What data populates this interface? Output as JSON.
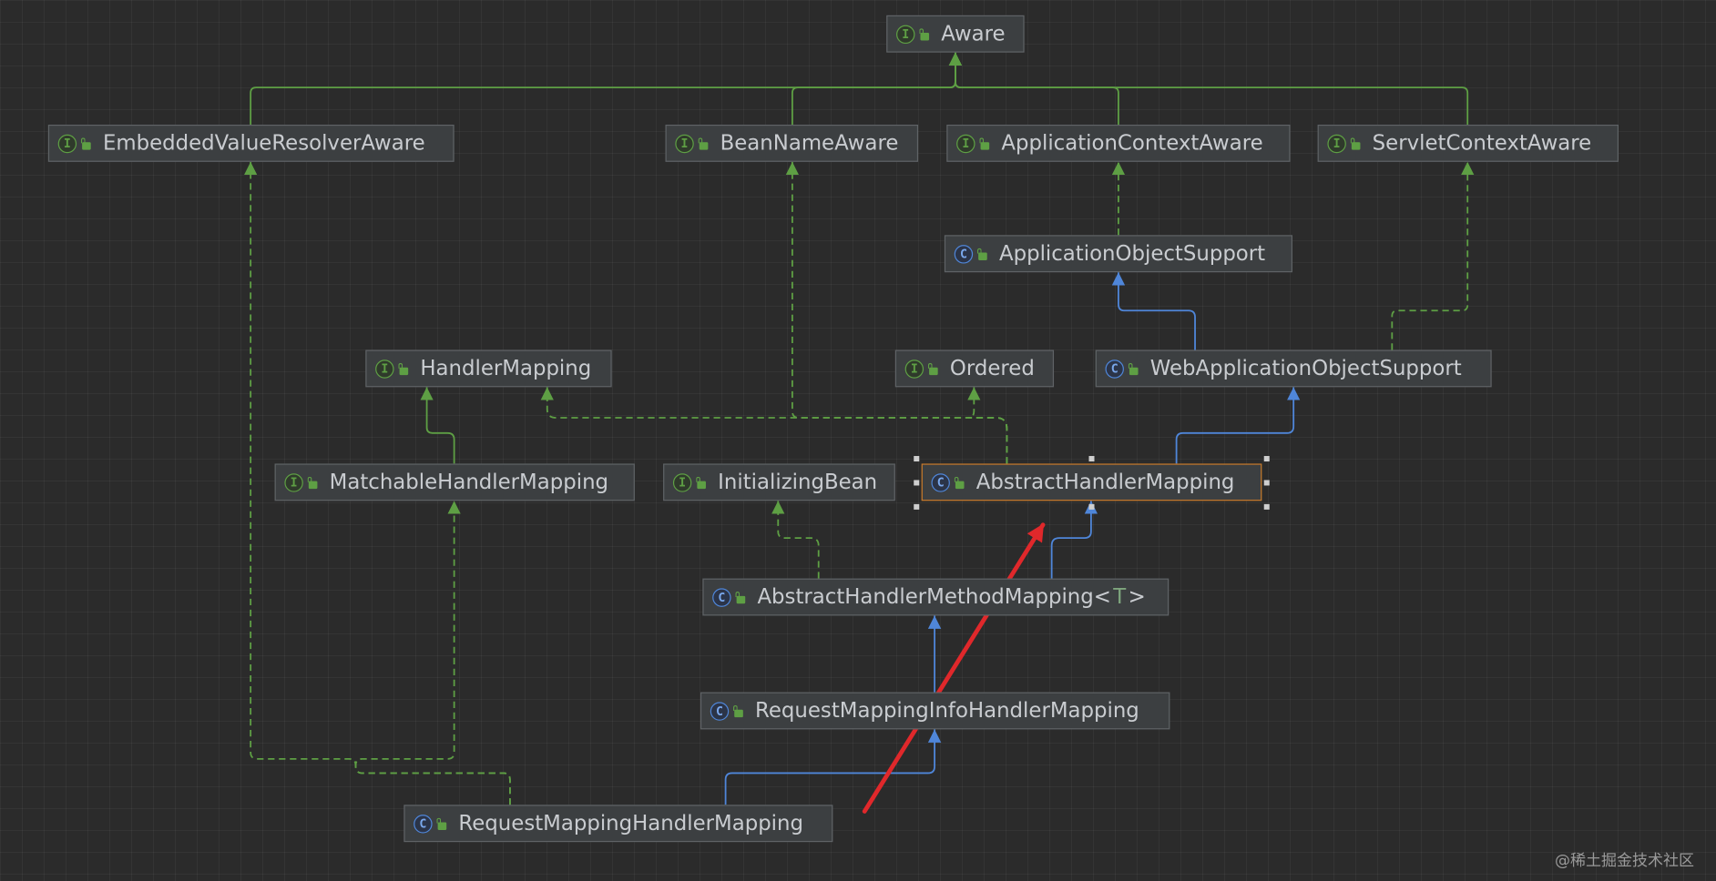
{
  "diagram": {
    "nodes": [
      {
        "id": "aware",
        "kind": "interface",
        "name": "Aware"
      },
      {
        "id": "embedded",
        "kind": "interface",
        "name": "EmbeddedValueResolverAware"
      },
      {
        "id": "beanname",
        "kind": "interface",
        "name": "BeanNameAware"
      },
      {
        "id": "appctx",
        "kind": "interface",
        "name": "ApplicationContextAware"
      },
      {
        "id": "servletctx",
        "kind": "interface",
        "name": "ServletContextAware"
      },
      {
        "id": "appobj",
        "kind": "class",
        "name": "ApplicationObjectSupport"
      },
      {
        "id": "handlermapping",
        "kind": "interface",
        "name": "HandlerMapping"
      },
      {
        "id": "ordered",
        "kind": "interface",
        "name": "Ordered"
      },
      {
        "id": "webappobj",
        "kind": "class",
        "name": "WebApplicationObjectSupport"
      },
      {
        "id": "matchable",
        "kind": "interface",
        "name": "MatchableHandlerMapping"
      },
      {
        "id": "initbean",
        "kind": "interface",
        "name": "InitializingBean"
      },
      {
        "id": "ahm",
        "kind": "class",
        "name": "AbstractHandlerMapping",
        "selected": true
      },
      {
        "id": "ahmm",
        "kind": "class",
        "name": "AbstractHandlerMethodMapping",
        "type_param": "T"
      },
      {
        "id": "rmihm",
        "kind": "class",
        "name": "RequestMappingInfoHandlerMapping"
      },
      {
        "id": "rmhm",
        "kind": "class",
        "name": "RequestMappingHandlerMapping"
      }
    ],
    "relations": [
      {
        "from": "embedded",
        "to": "aware",
        "type": "extends-interface"
      },
      {
        "from": "beanname",
        "to": "aware",
        "type": "extends-interface"
      },
      {
        "from": "appctx",
        "to": "aware",
        "type": "extends-interface"
      },
      {
        "from": "servletctx",
        "to": "aware",
        "type": "extends-interface"
      },
      {
        "from": "appobj",
        "to": "appctx",
        "type": "implements"
      },
      {
        "from": "webappobj",
        "to": "appobj",
        "type": "extends"
      },
      {
        "from": "webappobj",
        "to": "servletctx",
        "type": "implements"
      },
      {
        "from": "matchable",
        "to": "handlermapping",
        "type": "extends-interface"
      },
      {
        "from": "ahm",
        "to": "handlermapping",
        "type": "implements"
      },
      {
        "from": "ahm",
        "to": "ordered",
        "type": "implements"
      },
      {
        "from": "ahm",
        "to": "beanname",
        "type": "implements"
      },
      {
        "from": "ahm",
        "to": "webappobj",
        "type": "extends"
      },
      {
        "from": "ahmm",
        "to": "ahm",
        "type": "extends"
      },
      {
        "from": "ahmm",
        "to": "initbean",
        "type": "implements"
      },
      {
        "from": "rmihm",
        "to": "ahmm",
        "type": "extends"
      },
      {
        "from": "rmhm",
        "to": "rmihm",
        "type": "extends"
      },
      {
        "from": "rmhm",
        "to": "matchable",
        "type": "implements"
      },
      {
        "from": "rmhm",
        "to": "embedded",
        "type": "implements"
      }
    ],
    "colors": {
      "implements": "#5e9f44",
      "extends": "#4f86d9",
      "highlight_arrow": "#e0282b",
      "selected_border": "#c97a2a"
    }
  },
  "icons": {
    "interface": {
      "glyph": "I",
      "name": "interface-icon"
    },
    "class": {
      "glyph": "C",
      "name": "class-icon"
    },
    "visibility": {
      "name": "public-visibility-icon"
    }
  },
  "watermark": "@稀土掘金技术社区"
}
